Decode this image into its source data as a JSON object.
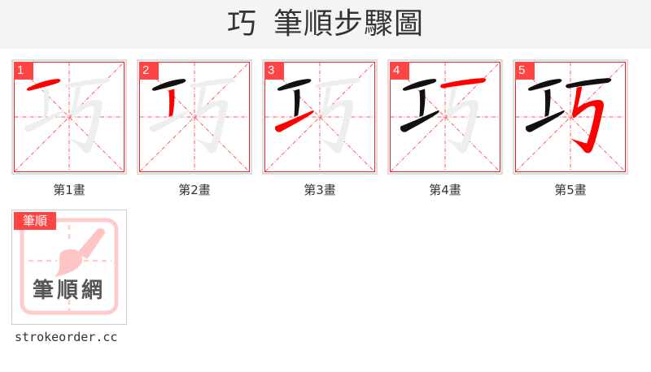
{
  "header": {
    "character": "巧",
    "title": "筆順步驟圖"
  },
  "colors": {
    "accent": "#ff4444",
    "grid": "#ee2222",
    "header_bg": "#f4f4f4",
    "done_stroke": "#111111",
    "current_stroke": "#ff0000",
    "ghost_stroke": "#eeeeee"
  },
  "steps": [
    {
      "number": "1",
      "label": "第1畫"
    },
    {
      "number": "2",
      "label": "第2畫"
    },
    {
      "number": "3",
      "label": "第3畫"
    },
    {
      "number": "4",
      "label": "第4畫"
    },
    {
      "number": "5",
      "label": "第5畫"
    }
  ],
  "logo": {
    "tag": "筆順",
    "text": "筆順網",
    "icon": "brush-icon"
  },
  "footer": {
    "site": "strokeorder.cc"
  }
}
